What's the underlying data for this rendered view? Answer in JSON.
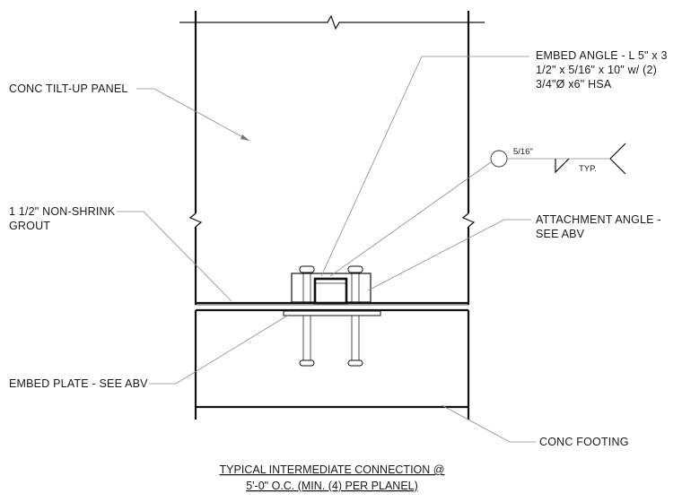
{
  "labels": {
    "panel": "CONC TILT-UP PANEL",
    "grout_line1": "1 1/2\" NON-SHRINK",
    "grout_line2": "GROUT",
    "embed_angle_line1": "EMBED ANGLE - L 5\" x 3",
    "embed_angle_line2": "1/2\" x 5/16\" x 10\" w/ (2)",
    "embed_angle_line3": "3/4\"Ø x6\" HSA",
    "attachment_line1": "ATTACHMENT ANGLE -",
    "attachment_line2": "SEE ABV",
    "embed_plate": "EMBED PLATE - SEE ABV",
    "footing": "CONC FOOTING",
    "weld_size": "5/16\"",
    "weld_typ": "TYP."
  },
  "title": {
    "line1": "TYPICAL INTERMEDIATE CONNECTION @",
    "line2": "5'-0\" O.C. (MIN. (4) PER PLANEL)"
  }
}
